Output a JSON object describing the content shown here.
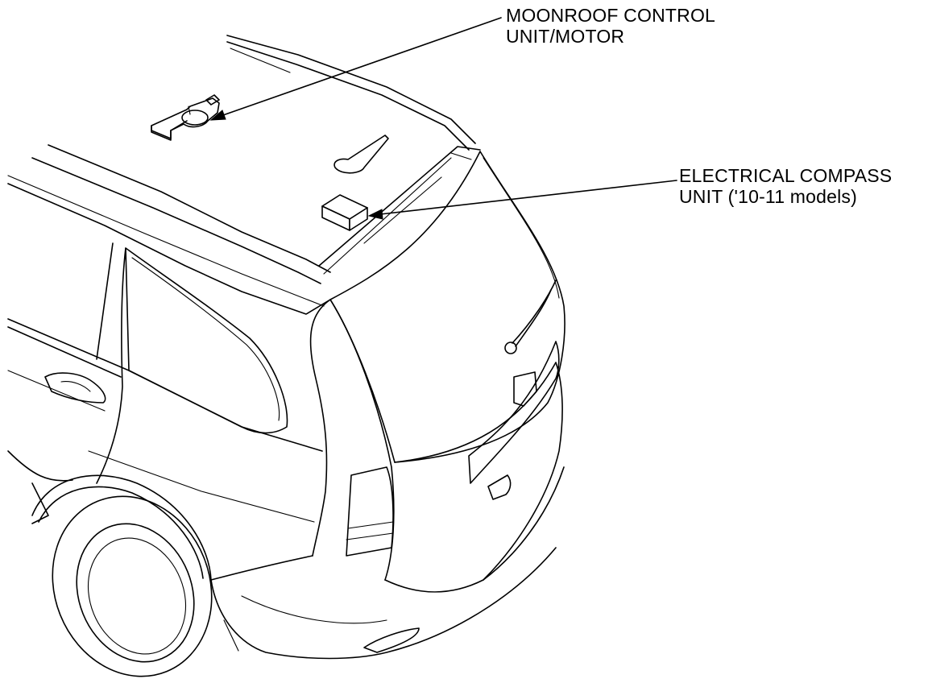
{
  "diagram": {
    "callouts": {
      "moonroof": {
        "line1": "MOONROOF CONTROL",
        "line2": "UNIT/MOTOR"
      },
      "compass": {
        "line1": "ELECTRICAL COMPASS",
        "line2": "UNIT ('10-11 models)"
      }
    },
    "colors": {
      "line": "#000000",
      "background": "#ffffff"
    }
  }
}
